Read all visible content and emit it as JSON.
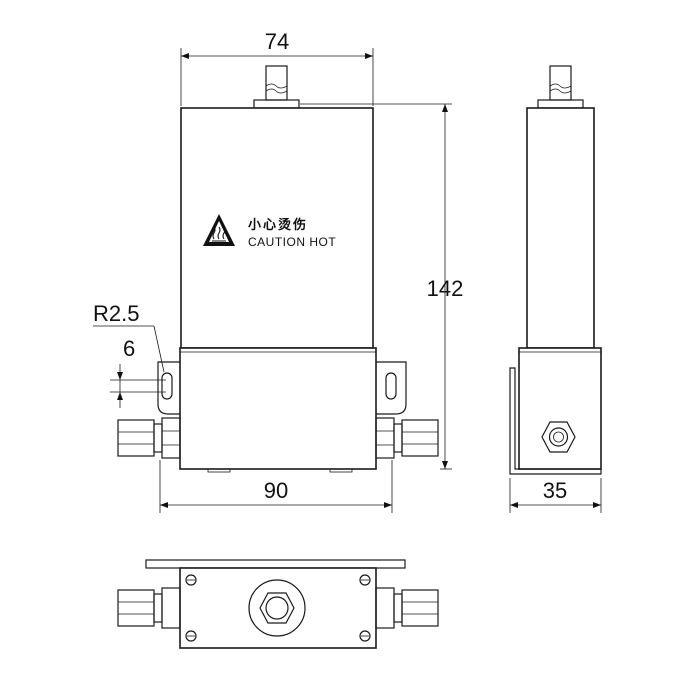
{
  "dimensions": {
    "width_top": "74",
    "height": "142",
    "base_width": "90",
    "side_depth": "35",
    "slot_radius": "R2.5",
    "slot_width": "6"
  },
  "warning_label": {
    "chinese": "小心烫伤",
    "english": "CAUTION HOT",
    "icon": "hot-surface-warning-icon"
  },
  "views": [
    "front-view",
    "side-view",
    "bottom-view"
  ]
}
